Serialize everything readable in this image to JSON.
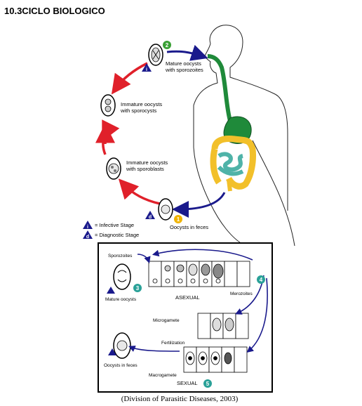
{
  "heading": "10.3CICLO BIOLOGICO",
  "cycle": {
    "stage2_label": "Mature oocysts",
    "stage2_label_2": "with sporozoites",
    "sporocysts_label": "Immature oocysts",
    "sporocysts_label_2": "with sporocysts",
    "sporoblasts_label": "Immature oocysts",
    "sporoblasts_label_2": "with sporoblasts",
    "feces_label": "Oocysts in feces"
  },
  "legend": {
    "infective": "= Infective Stage",
    "diagnostic": "= Diagnostic Stage",
    "infective_letter": "i",
    "diagnostic_letter": "d"
  },
  "inset": {
    "sporozoites": "Sporozoites",
    "mature_oocysts": "Mature oocysts",
    "asexual": "ASEXUAL",
    "merozoites": "Merozoites",
    "microgamete": "Microgamete",
    "fertilization": "Fertilization",
    "oocysts_in_feces": "Oocysts in feces",
    "macrogamete": "Macrogamete",
    "sexual": "SEXUAL"
  },
  "stage_numbers": {
    "n1": "1",
    "n2": "2",
    "n3": "3",
    "n4": "4",
    "n5": "5"
  },
  "caption": "(Division of Parasitic Diseases, 2003)",
  "colors": {
    "red_arrow": "#e0202a",
    "blue_arrow": "#1a1a8c",
    "teal_badge": "#2aa198",
    "green_badge": "#3aa035",
    "yellow_badge": "#f0b400",
    "stomach": "#1f8a3a",
    "colon": "#f2c02a",
    "small_intestine": "#4fb3a8"
  }
}
